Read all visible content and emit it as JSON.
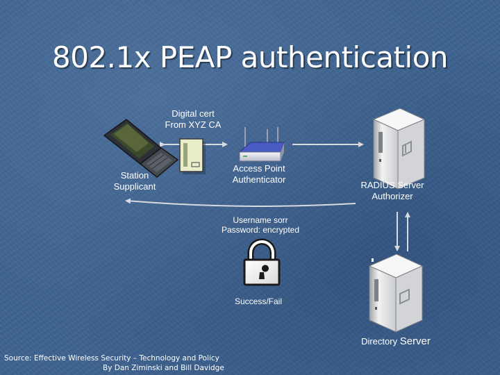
{
  "slide": {
    "title": "802.1x PEAP authentication",
    "source_line1": "Source: Effective Wireless Security – Technology and Policy",
    "source_line2": "By Dan Ziminski and Bill Davidge"
  },
  "nodes": {
    "cert": {
      "line1": "Digital cert",
      "line2": "From XYZ CA"
    },
    "station": {
      "line1": "Station",
      "line2": "Supplicant"
    },
    "access_point": {
      "line1": "Access Point",
      "line2": "Authenticator"
    },
    "radius": {
      "line1": "RADIUS Server",
      "line2": "Authorizer"
    },
    "directory": {
      "part1": "Directory",
      "part2": "Server"
    }
  },
  "messages": {
    "credentials_line1": "Username sorr",
    "credentials_line2": "Password: encrypted",
    "result": "Success/Fail"
  },
  "icons": {
    "laptop": "laptop-icon",
    "certificate": "certificate-icon",
    "router": "wireless-router-icon",
    "server": "server-tower-icon",
    "lock": "padlock-icon"
  },
  "colors": {
    "background": "#3d6390",
    "arrow": "#d8dbe2",
    "text": "#ffffff"
  }
}
